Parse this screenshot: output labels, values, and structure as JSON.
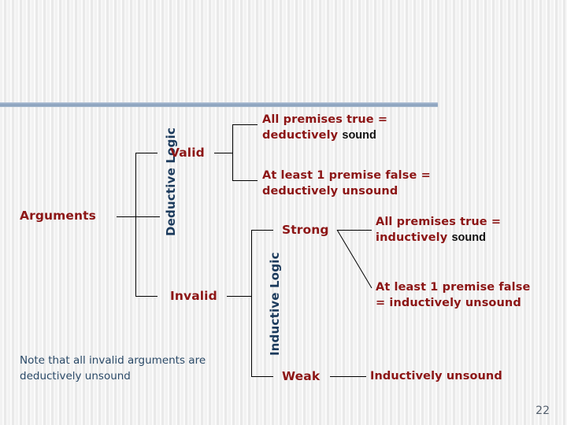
{
  "slide": {
    "page_number": "22",
    "accent_bar_color": "#8ba2bd",
    "node_color": "#8c1515",
    "spine_color": "#1b3a5c",
    "note_color": "#2b4a68",
    "keyword_color": "#111111"
  },
  "tree": {
    "root": {
      "label": "Arguments"
    },
    "spines": [
      {
        "label": "Deductive Logic"
      },
      {
        "label": "Inductive Logic"
      }
    ],
    "branches": [
      {
        "label": "Valid"
      },
      {
        "label": "Invalid"
      },
      {
        "label": "Strong"
      },
      {
        "label": "Weak"
      }
    ],
    "outcomes": [
      {
        "line1": "All premises true =",
        "line2_prefix": "deductively ",
        "line2_keyword": "sound"
      },
      {
        "line1": "At least 1 premise false =",
        "line2_prefix": "deductively unsound",
        "line2_keyword": ""
      },
      {
        "line1": "All premises true =",
        "line2_prefix": "inductively ",
        "line2_keyword": "sound"
      },
      {
        "line1": "At least 1 premise false",
        "line2_prefix": "= inductively unsound",
        "line2_keyword": ""
      },
      {
        "line1": "Inductively unsound",
        "line2_prefix": "",
        "line2_keyword": ""
      }
    ]
  },
  "note": {
    "text": "Note that all invalid arguments are deductively unsound"
  }
}
